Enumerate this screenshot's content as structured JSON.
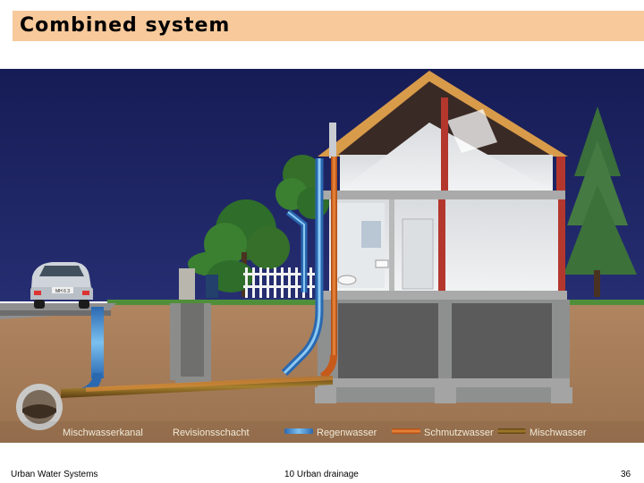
{
  "slide": {
    "title": "Combined system"
  },
  "diagram": {
    "labels": {
      "combined_sewer": "Mischwasserkanal",
      "inspection_chamber": "Revisionsschacht",
      "car_plate": "MH 6 3",
      "rainwater": "Regenwasser",
      "wastewater": "Schmutzwasser",
      "mixed_water": "Mischwasser"
    },
    "colors": {
      "sky": "#1d2563",
      "soil": "#a57c58",
      "rainwater_pipe": "#3a82c8",
      "wastewater_pipe": "#c65a1a",
      "mixed_pipe": "#7a5a22"
    }
  },
  "footer": {
    "left": "Urban Water Systems",
    "center": "10 Urban drainage",
    "page": "36"
  }
}
